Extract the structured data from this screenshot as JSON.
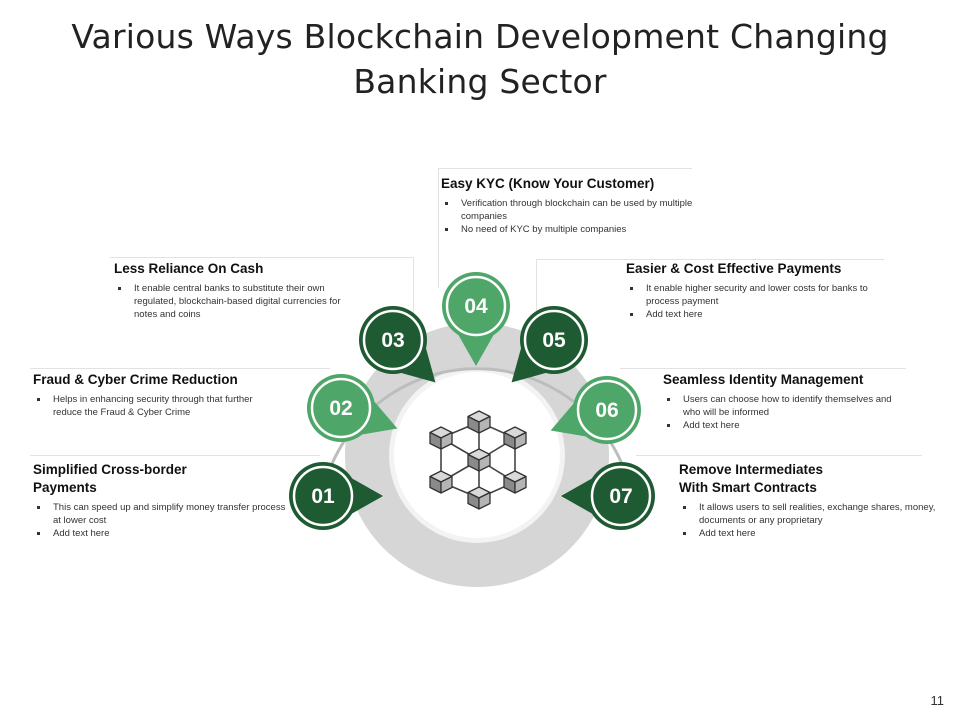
{
  "title_line1": "Various Ways Blockchain Development Changing",
  "title_line2": "Banking Sector",
  "page_number": "11",
  "colors": {
    "dark_green": "#1e5a32",
    "light_green": "#4ea769",
    "ring_grey": "#d9d9d9"
  },
  "center_icon": "blockchain-cubes-icon",
  "items": [
    {
      "number": "01",
      "heading": "Simplified Cross-border Payments",
      "bullets": [
        "This can speed up and simplify money transfer process at lower cost",
        "Add text here"
      ]
    },
    {
      "number": "02",
      "heading": "Fraud & Cyber Crime Reduction",
      "bullets": [
        "Helps in enhancing security through that further reduce the Fraud & Cyber Crime"
      ]
    },
    {
      "number": "03",
      "heading": "Less Reliance On Cash",
      "bullets": [
        "It enable central banks to substitute their own regulated, blockchain-based digital currencies for notes and coins"
      ]
    },
    {
      "number": "04",
      "heading": "Easy KYC (Know Your Customer)",
      "bullets": [
        "Verification through blockchain can be used by multiple  companies",
        "No  need of KYC by multiple  companies"
      ]
    },
    {
      "number": "05",
      "heading": "Easier & Cost Effective Payments",
      "bullets": [
        "It enable higher security and lower costs for banks to process payment",
        "Add text here"
      ]
    },
    {
      "number": "06",
      "heading": "Seamless Identity Management",
      "bullets": [
        "Users can choose how to identify themselves and who will be informed",
        "Add text here"
      ]
    },
    {
      "number": "07",
      "heading": "Remove Intermediates With Smart Contracts",
      "bullets": [
        "It allows users to sell realities, exchange shares, money, documents or any proprietary",
        "Add text here"
      ]
    }
  ]
}
